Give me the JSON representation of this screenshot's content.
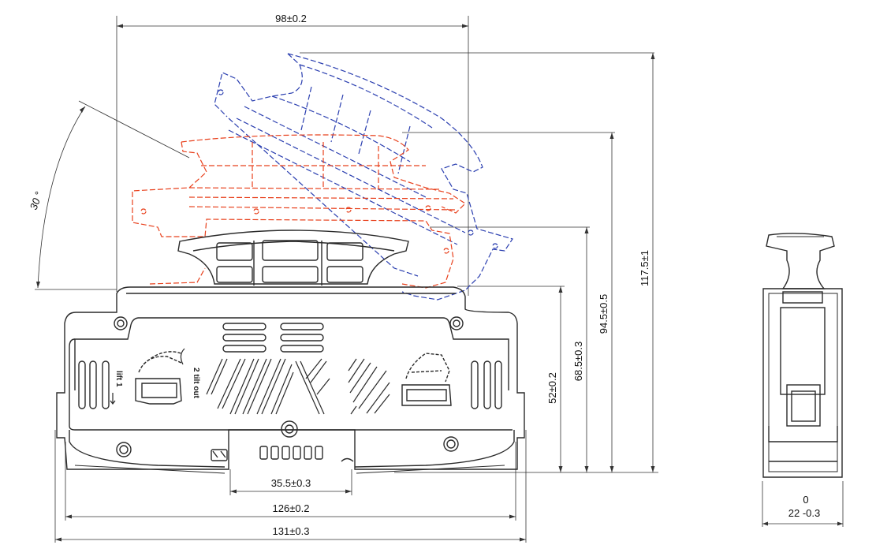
{
  "dimensions": {
    "top_width": "98±0.2",
    "height_total": "117.5±1",
    "height_blue": "94.5±0.5",
    "height_red": "68.5±0.3",
    "height_body": "52±0.2",
    "clip_width": "35.5±0.3",
    "inner_width": "126±0.2",
    "overall_width": "131±0.3",
    "tilt_angle": "30 °",
    "side_tol_upper": "0",
    "side_width": "22 -0.3"
  },
  "instructions": {
    "step1": "lift 1",
    "step2": "2 tilt out"
  },
  "colors": {
    "outline": "#2a2a2a",
    "blue_dashed": "#2b3fb0",
    "red_dashed": "#e8401c",
    "dim_line": "#333333",
    "background": "#ffffff"
  }
}
